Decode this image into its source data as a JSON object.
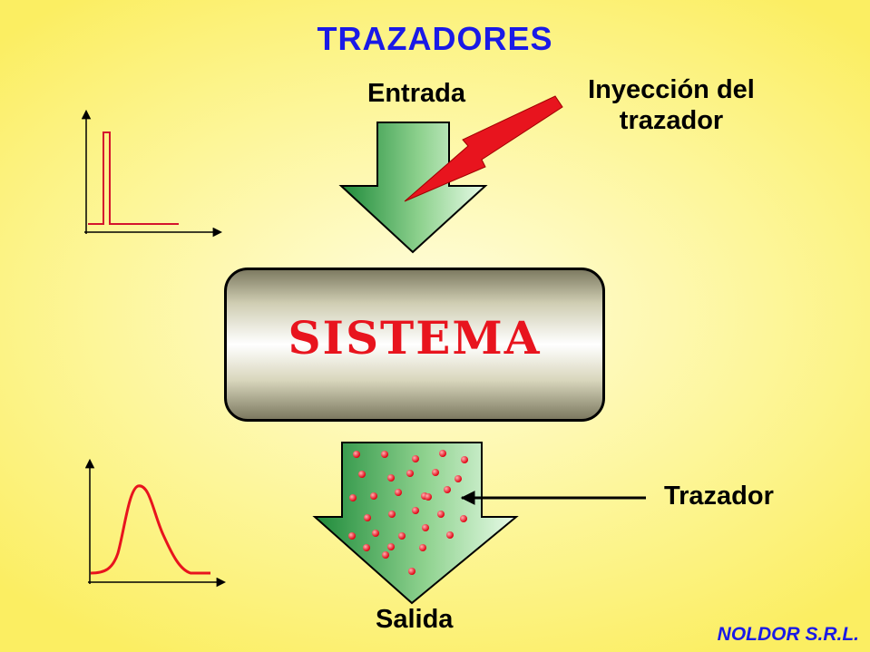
{
  "title": "TRAZADORES",
  "labels": {
    "entrada": "Entrada",
    "inyeccion_line1": "Inyección del",
    "inyeccion_line2": "trazador",
    "sistema": "SISTEMA",
    "trazador": "Trazador",
    "salida": "Salida"
  },
  "brand": "NOLDOR S.R.L.",
  "colors": {
    "title": "#1a1ae6",
    "signal": "#e8141e",
    "arrow_green": "#1e8a3a",
    "background": "#fdf69a"
  }
}
